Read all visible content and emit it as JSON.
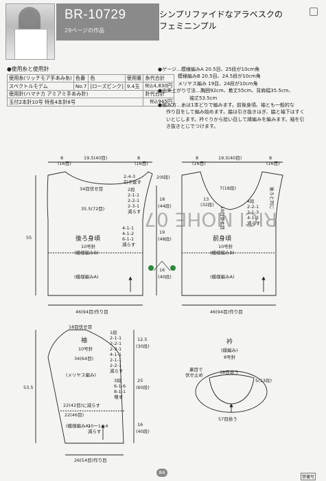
{
  "header": {
    "code": "BR-10729",
    "subtitle": "29ページの作品",
    "title_line1": "シンプリファイドなアラベスクの",
    "title_line2": "フェミニンプル"
  },
  "materials": {
    "section_title": "●使用糸と使用針",
    "yarn_header": [
      "使用糸(リッチモア手あみ糸)",
      "色番",
      "色",
      "使用量",
      "糸代合計"
    ],
    "yarn_row": [
      "スペクトルモデム",
      "No.7",
      "[ローズピンク]",
      "9.4玉",
      "4,830円"
    ],
    "yarn_tax": "税込",
    "needle_header": [
      "使用針(ハマナカ アミアミ手あみ針)",
      "針代合計"
    ],
    "needle_row": "玉付2本針10号 特長4本針8号",
    "needle_price": "945円",
    "needle_tax": "税込"
  },
  "notes": {
    "gauge_label": "●ゲージ…",
    "gauge": [
      [
        "模様編みA",
        "20.5目、25段が10cm角"
      ],
      [
        "模様編みB",
        "20.5目、24.5段が10cm角"
      ],
      [
        "メリヤス編み",
        "19目、24段が10cm角"
      ]
    ],
    "size_label": "●出来上がり寸法…",
    "size_line1": "胸囲92cm、着丈55cm、背肩幅35.5cm、",
    "size_line2": "袖丈53.5cm",
    "method_label": "●編み方…",
    "method_lines": [
      "糸は1本どりで編みます。前後身頃、袖とも一般的な",
      "作り目をして編み始めます。脇は引き抜きはぎ、脇と袖下はすく",
      "いとじします。衿ぐりから拾い目して縁編みを編みます。袖を引",
      "き抜きとじでつけます。"
    ]
  },
  "back": {
    "name": "後ろ身頃",
    "needle": "10号針",
    "patB": "(模様編みB)",
    "patA": "(模様編みA)",
    "top_mid": "19.5(40目)",
    "top_side": "8",
    "top_side_sub": "(16目)",
    "neck_rows": "2(6段)",
    "neck_note1": "2-4-3",
    "neck_note2": "引き返す",
    "neck_bind": "34目伏せ目",
    "rows18": "18",
    "rows44": "(44段)",
    "shoulder_w": "35.5(72目)",
    "arm_note": [
      "2段",
      "2-1-1",
      "2-2-1",
      "2-3-1",
      "減らす"
    ],
    "dec_note": [
      "4-1-1",
      "4-1-2",
      "6-1-1",
      "減らす"
    ],
    "side_rows1": "19",
    "side_rows2": "(48段)",
    "side_rows3": "16",
    "side_rows4": "(40段)",
    "height": "55",
    "bottom": "46(94目)作り目"
  },
  "front": {
    "name": "前身頃",
    "needle": "10号針",
    "patB": "(模様編みB)",
    "patA": "(模様編みA)",
    "top_mid": "19.5(40目)",
    "top_side": "8",
    "top_side_sub": "(16目)",
    "neck_note": "7(18段)",
    "neck_side": "後ろと同じ",
    "bind": "18目伏せ目",
    "rows": [
      "13",
      "(32段)"
    ],
    "dec": [
      "4段",
      "2-2-1",
      "2-1-3",
      "4-1-2",
      "減らす"
    ],
    "bottom": "46(94目)作り目"
  },
  "sleeve": {
    "name": "袖",
    "needle": "10号針",
    "top_bind": "18目伏せ目",
    "cap_dec": [
      "1段",
      "2-1-1",
      "2-2-1",
      "2-3-1",
      "4-1-1",
      "2-1-1",
      "2-2-1",
      "減らす"
    ],
    "cap_h": [
      "12.5",
      "(30段)"
    ],
    "upper_w": "34(64目)",
    "stitch": "(メリヤス編み)",
    "inc_note": [
      "3段",
      "6-1-6",
      "8-1-1",
      "増す"
    ],
    "mid_rows": [
      "25",
      "(60段)"
    ],
    "w22a": "22(42目)に減らす",
    "w22b": "22(46目)",
    "patA": "(模様編みA)",
    "dec_note": [
      "10ー1ー4",
      "減らす"
    ],
    "low_rows": [
      "16",
      "(40段)"
    ],
    "length": "53.5",
    "bottom": "26(54目)作り目"
  },
  "collar": {
    "name": "衿",
    "pattern": "(縁編み)",
    "needle": "8号針",
    "inner_label": "裏目で",
    "inner_label2": "伏せ止め",
    "top_count": "38目拾う",
    "side_count": "5(13段)",
    "bottom_count": "57目拾う"
  },
  "watermark": "RICI MOHE 07",
  "footer": {
    "page": "84",
    "stamp": "禁複写"
  }
}
